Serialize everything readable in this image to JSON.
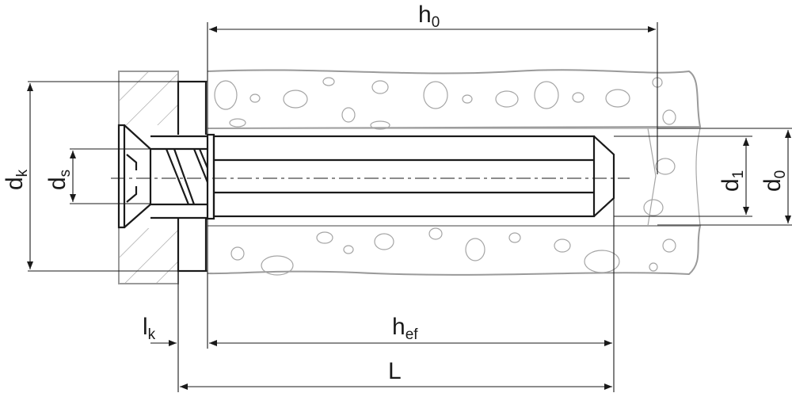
{
  "labels": {
    "h0": {
      "main": "h",
      "sub": "0"
    },
    "dk": {
      "main": "d",
      "sub": "k"
    },
    "ds": {
      "main": "d",
      "sub": "s"
    },
    "d1": {
      "main": "d",
      "sub": "1"
    },
    "d0": {
      "main": "d",
      "sub": "0"
    },
    "lk": {
      "main": "l",
      "sub": "k"
    },
    "hef": {
      "main": "h",
      "sub": "ef"
    },
    "L": {
      "main": "L"
    }
  }
}
